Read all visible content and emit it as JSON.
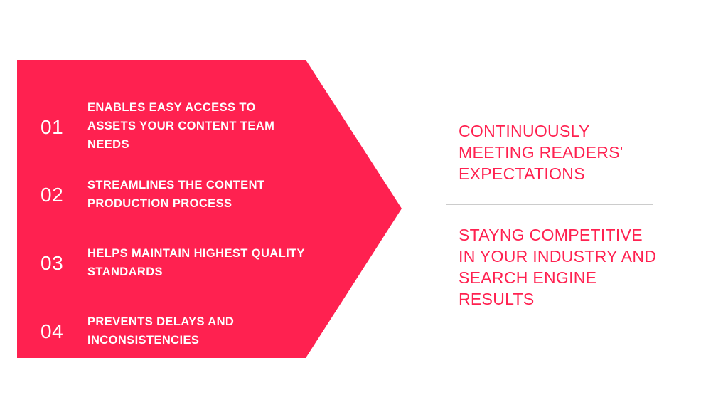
{
  "colors": {
    "accent": "#ff2150",
    "text_on_accent": "#ffffff",
    "divider": "#cccccc"
  },
  "items": [
    {
      "number": "01",
      "lines": [
        "ENABLES EASY ACCESS TO",
        "ASSETS YOUR CONTENT TEAM",
        "NEEDS"
      ]
    },
    {
      "number": "02",
      "lines": [
        "STREAMLINES THE CONTENT",
        "PRODUCTION PROCESS"
      ]
    },
    {
      "number": "03",
      "lines": [
        "HELPS MAINTAIN HIGHEST QUALITY",
        "STANDARDS"
      ]
    },
    {
      "number": "04",
      "lines": [
        "PREVENTS DELAYS AND",
        "INCONSISTENCIES"
      ]
    }
  ],
  "outcomes": [
    {
      "lines": [
        "CONTINUOUSLY",
        "MEETING READERS'",
        "EXPECTATIONS"
      ]
    },
    {
      "lines": [
        "STAYNG COMPETITIVE",
        "IN YOUR INDUSTRY AND",
        "SEARCH ENGINE",
        "RESULTS"
      ]
    }
  ]
}
